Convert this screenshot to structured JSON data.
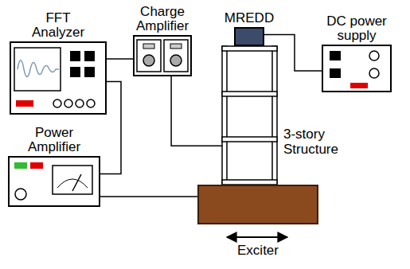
{
  "diagram": {
    "nodes": [
      {
        "text": [
          "FFT Analyzer"
        ]
      },
      {
        "text": [
          "Charge Amplifier"
        ]
      },
      {
        "text": [
          "MREDD"
        ]
      },
      {
        "text": [
          "DC power supply"
        ]
      },
      {
        "text": [
          "3-story Structure"
        ]
      },
      {
        "text": [
          "Power Amplifier"
        ]
      },
      {
        "text": [
          "Exciter"
        ]
      }
    ],
    "edges": [
      {
        "from": 0,
        "to": 1,
        "arrow": "none"
      },
      {
        "from": 1,
        "to": 4,
        "arrow": "none"
      },
      {
        "from": 2,
        "to": 3,
        "arrow": "none"
      },
      {
        "from": 0,
        "to": 5,
        "arrow": "none"
      },
      {
        "from": 5,
        "to": 6,
        "arrow": "none"
      }
    ]
  }
}
